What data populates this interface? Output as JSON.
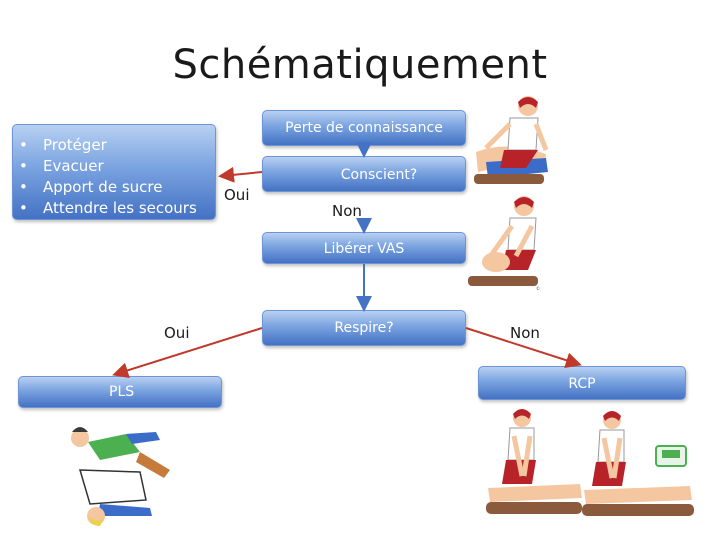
{
  "title": "Schématiquement",
  "list_box": {
    "items": [
      "Protéger",
      "Evacuer",
      "Apport de sucre",
      "Attendre les secours"
    ]
  },
  "nodes": {
    "perte": "Perte de connaissance",
    "conscient": "Conscient?",
    "liberer": "Libérer VAS",
    "respire": "Respire?",
    "pls": "PLS",
    "rcp": "RCP"
  },
  "labels": {
    "oui_1": "Oui",
    "non_1": "Non",
    "oui_2": "Oui",
    "non_2": "Non"
  },
  "colors": {
    "box_top": "#b8d0f2",
    "box_bottom": "#4472c4",
    "arrow_blue": "#4472c4",
    "arrow_red": "#c0392b"
  }
}
